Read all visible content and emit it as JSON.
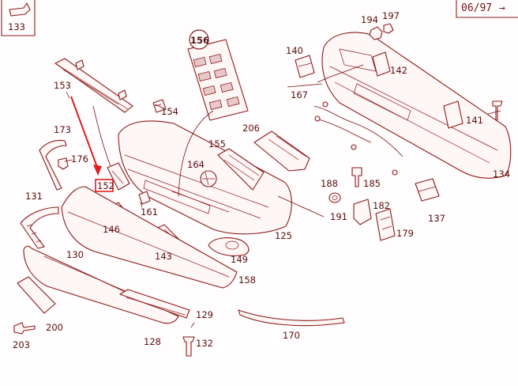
{
  "header": {
    "ref_code": "06/97",
    "arrow": "→",
    "corner_part": "133"
  },
  "callouts": {
    "p153": "153",
    "p154": "154",
    "p156": "156",
    "p164": "164",
    "p155": "155",
    "p206": "206",
    "p140": "140",
    "p194": "194",
    "p197": "197",
    "p142": "142",
    "p167": "167",
    "p141": "141",
    "p134": "134",
    "p173": "173",
    "p176": "176",
    "p131": "131",
    "p152": "152",
    "p161": "161",
    "p146": "146",
    "p143": "143",
    "p149": "149",
    "p125": "125",
    "p188": "188",
    "p185": "185",
    "p191": "191",
    "p182": "182",
    "p179": "179",
    "p137": "137",
    "p130": "130",
    "p158": "158",
    "p200": "200",
    "p203": "203",
    "p129": "129",
    "p128": "128",
    "p132": "132",
    "p170": "170"
  },
  "highlight": {
    "part": "152",
    "color": "#e11d1d"
  },
  "colors": {
    "ink": "#8a1a1a",
    "fill": "#fff6f6",
    "accent": "#e11d1d"
  }
}
